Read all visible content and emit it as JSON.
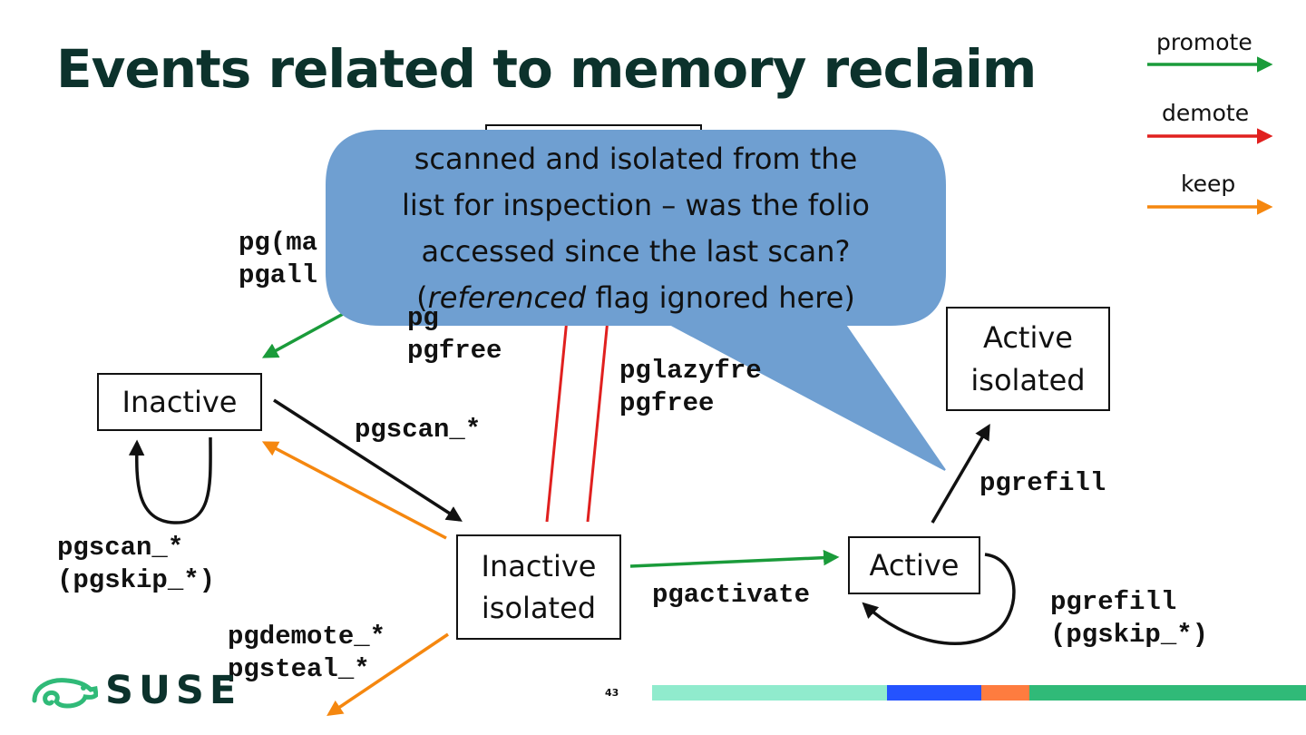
{
  "title": "Events related to memory reclaim",
  "legend": {
    "promote": {
      "label": "promote",
      "color": "#1a9b3a"
    },
    "demote": {
      "label": "demote",
      "color": "#e0201f"
    },
    "keep": {
      "label": "keep",
      "color": "#f5870f"
    }
  },
  "nodes": {
    "inactive": "Inactive",
    "inactive_isolated_line1": "Inactive",
    "inactive_isolated_line2": "isolated",
    "active": "Active",
    "active_isolated_line1": "Active",
    "active_isolated_line2": "isolated"
  },
  "labels": {
    "alloc_line1": "pg(ma",
    "alloc_line2": "pgall",
    "free_hidden_line1": "pg",
    "free_hidden_line2": "pgfree",
    "lazyfree_line1": "pglazyfre",
    "lazyfree_line2": "pgfree",
    "scan_to_isolated": "pgscan_*",
    "scan_loop_line1": "pgscan_*",
    "scan_loop_line2": "(pgskip_*)",
    "demote_steal_line1": "pgdemote_*",
    "demote_steal_line2": "pgsteal_*",
    "activate": "pgactivate",
    "refill_up": "pgrefill",
    "refill_loop_line1": "pgrefill",
    "refill_loop_line2": "(pgskip_*)"
  },
  "callout": {
    "line1": "scanned and isolated from the",
    "line2": "list for inspection – was the folio",
    "line3": "accessed since the last scan?",
    "line4_open": "(",
    "line4_em": "referenced",
    "line4_rest": " flag ignored here)",
    "fill_color": "#6f9fd1"
  },
  "footer": {
    "logo": "SUSE",
    "page_number": "43"
  }
}
